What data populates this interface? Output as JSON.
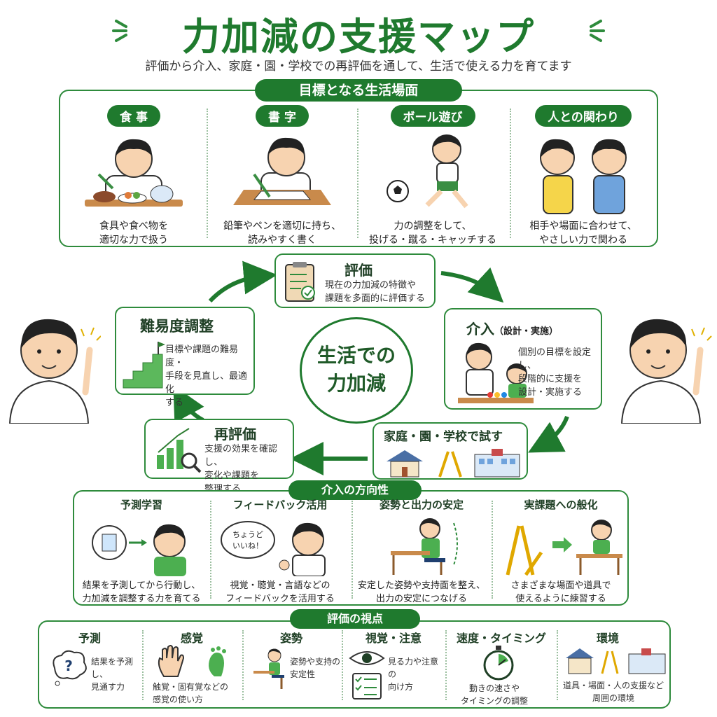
{
  "title": "力加減の支援マップ",
  "subtitle": "評価から介入、家庭・園・学校での再評価を通して、生活で使える力を育てます",
  "goals": {
    "heading": "目標となる生活場面",
    "items": [
      {
        "label": "食 事",
        "caption": "食具や食べ物を\n適切な力で扱う"
      },
      {
        "label": "書 字",
        "caption": "鉛筆やペンを適切に持ち、\n読みやすく書く"
      },
      {
        "label": "ボール遊び",
        "caption": "力の調整をして、\n投げる・蹴る・キャッチする"
      },
      {
        "label": "人との関わり",
        "caption": "相手や場面に合わせて、\nやさしい力で関わる"
      }
    ]
  },
  "cycle": {
    "center_line1": "生活での",
    "center_line2": "力加減",
    "evaluation": {
      "title": "評価",
      "text": "現在の力加減の特徴や\n課題を多面的に評価する"
    },
    "intervention": {
      "title": "介入",
      "sub": "（設計・実施）",
      "text": "個別の目標を設定し、\n段階的に支援を\n設計・実施する"
    },
    "trial": {
      "title": "家庭・園・学校で試す"
    },
    "reevaluation": {
      "title": "再評価",
      "text": "支援の効果を確認し、\n変化や課題を\n整理する"
    },
    "difficulty": {
      "title": "難易度調整",
      "text": "目標や課題の難易度・\n手段を見直し、最適化\nする"
    }
  },
  "direction": {
    "heading": "介入の方向性",
    "items": [
      {
        "title": "予測学習",
        "caption": "結果を予測してから行動し、\n力加減を調整する力を育てる"
      },
      {
        "title": "フィードバック活用",
        "bubble": "ちょうど\nいいね！",
        "caption": "視覚・聴覚・言語などの\nフィードバックを活用する"
      },
      {
        "title": "姿勢と出力の安定",
        "caption": "安定した姿勢や支持面を整え、\n出力の安定につなげる"
      },
      {
        "title": "実課題への般化",
        "caption": "さまざまな場面や道具で\n使えるように練習する"
      }
    ]
  },
  "viewpoints": {
    "heading": "評価の視点",
    "items": [
      {
        "title": "予測",
        "text": "結果を予測し、\n見通す力"
      },
      {
        "title": "感覚",
        "text": "触覚・固有覚などの\n感覚の使い方"
      },
      {
        "title": "姿勢",
        "text": "姿勢や支持の\n安定性"
      },
      {
        "title": "視覚・注意",
        "text": "見る力や注意の\n向け方"
      },
      {
        "title": "速度・タイミング",
        "text": "動きの速さや\nタイミングの調整"
      },
      {
        "title": "環境",
        "text": "道具・場面・人の支援など\n周囲の環境"
      }
    ]
  },
  "colors": {
    "primary": "#1f7a2e",
    "accent": "#4caf50",
    "skin": "#f7d3b0",
    "hair": "#222222"
  }
}
